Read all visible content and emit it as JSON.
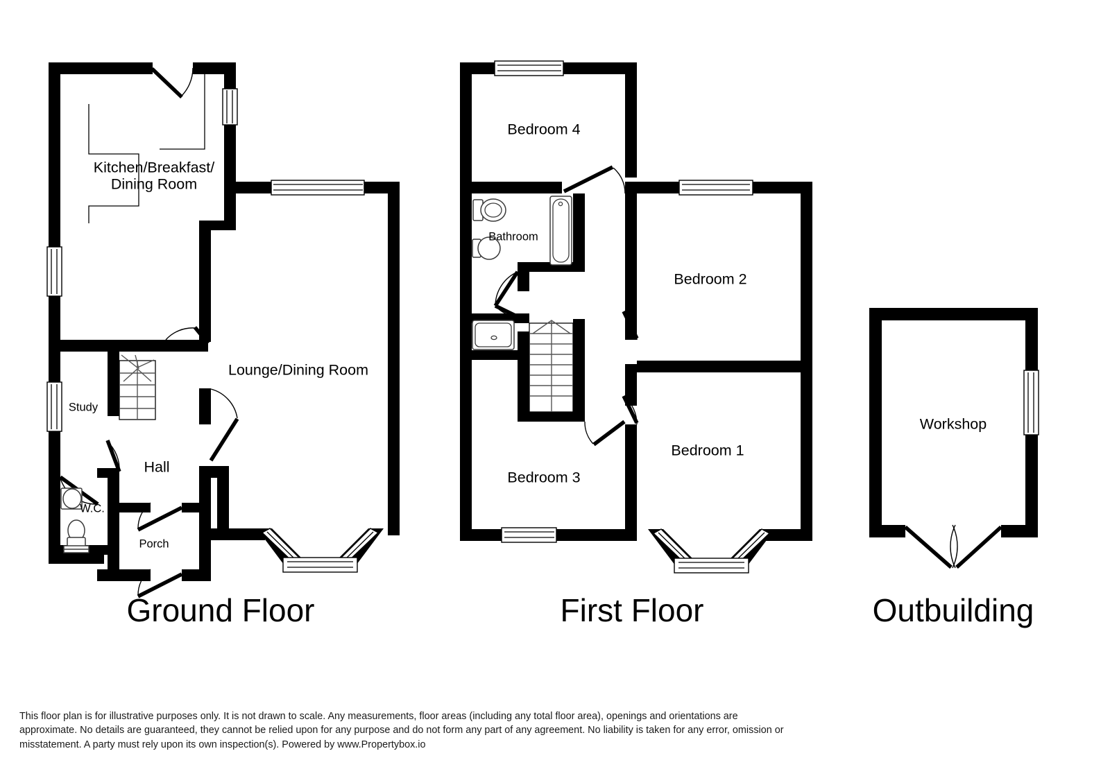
{
  "document": {
    "type": "floor-plan",
    "provider": "www.Propertybox.io",
    "disclaimer": "This floor plan is for illustrative purposes only. It is not drawn to scale. Any measurements, floor areas (including any total floor area), openings and orientations are approximate. No details are guaranteed, they cannot be relied upon for any purpose and do not form any part of any agreement. No liability is taken for any error, omission or misstatement. A party must rely upon its own inspection(s). Powered by www.Propertybox.io"
  },
  "floors": [
    {
      "id": "ground",
      "title": "Ground Floor",
      "rooms": [
        {
          "id": "kitchen",
          "label": "Kitchen/Breakfast/\nDining Room",
          "line1": "Kitchen/Breakfast/",
          "line2": "Dining Room"
        },
        {
          "id": "lounge",
          "label": "Lounge/Dining Room"
        },
        {
          "id": "study",
          "label": "Study"
        },
        {
          "id": "hall",
          "label": "Hall"
        },
        {
          "id": "wc",
          "label": "W.C."
        },
        {
          "id": "porch",
          "label": "Porch"
        }
      ]
    },
    {
      "id": "first",
      "title": "First Floor",
      "rooms": [
        {
          "id": "bedroom4",
          "label": "Bedroom 4"
        },
        {
          "id": "bedroom2",
          "label": "Bedroom 2"
        },
        {
          "id": "bedroom1",
          "label": "Bedroom 1"
        },
        {
          "id": "bedroom3",
          "label": "Bedroom 3"
        },
        {
          "id": "bathroom",
          "label": "Bathroom"
        }
      ]
    },
    {
      "id": "outbuilding",
      "title": "Outbuilding",
      "rooms": [
        {
          "id": "workshop",
          "label": "Workshop"
        }
      ]
    }
  ],
  "colors": {
    "wall": "#000000",
    "background": "#ffffff",
    "fixture_stroke": "#3a3a3a",
    "text": "#000000"
  }
}
